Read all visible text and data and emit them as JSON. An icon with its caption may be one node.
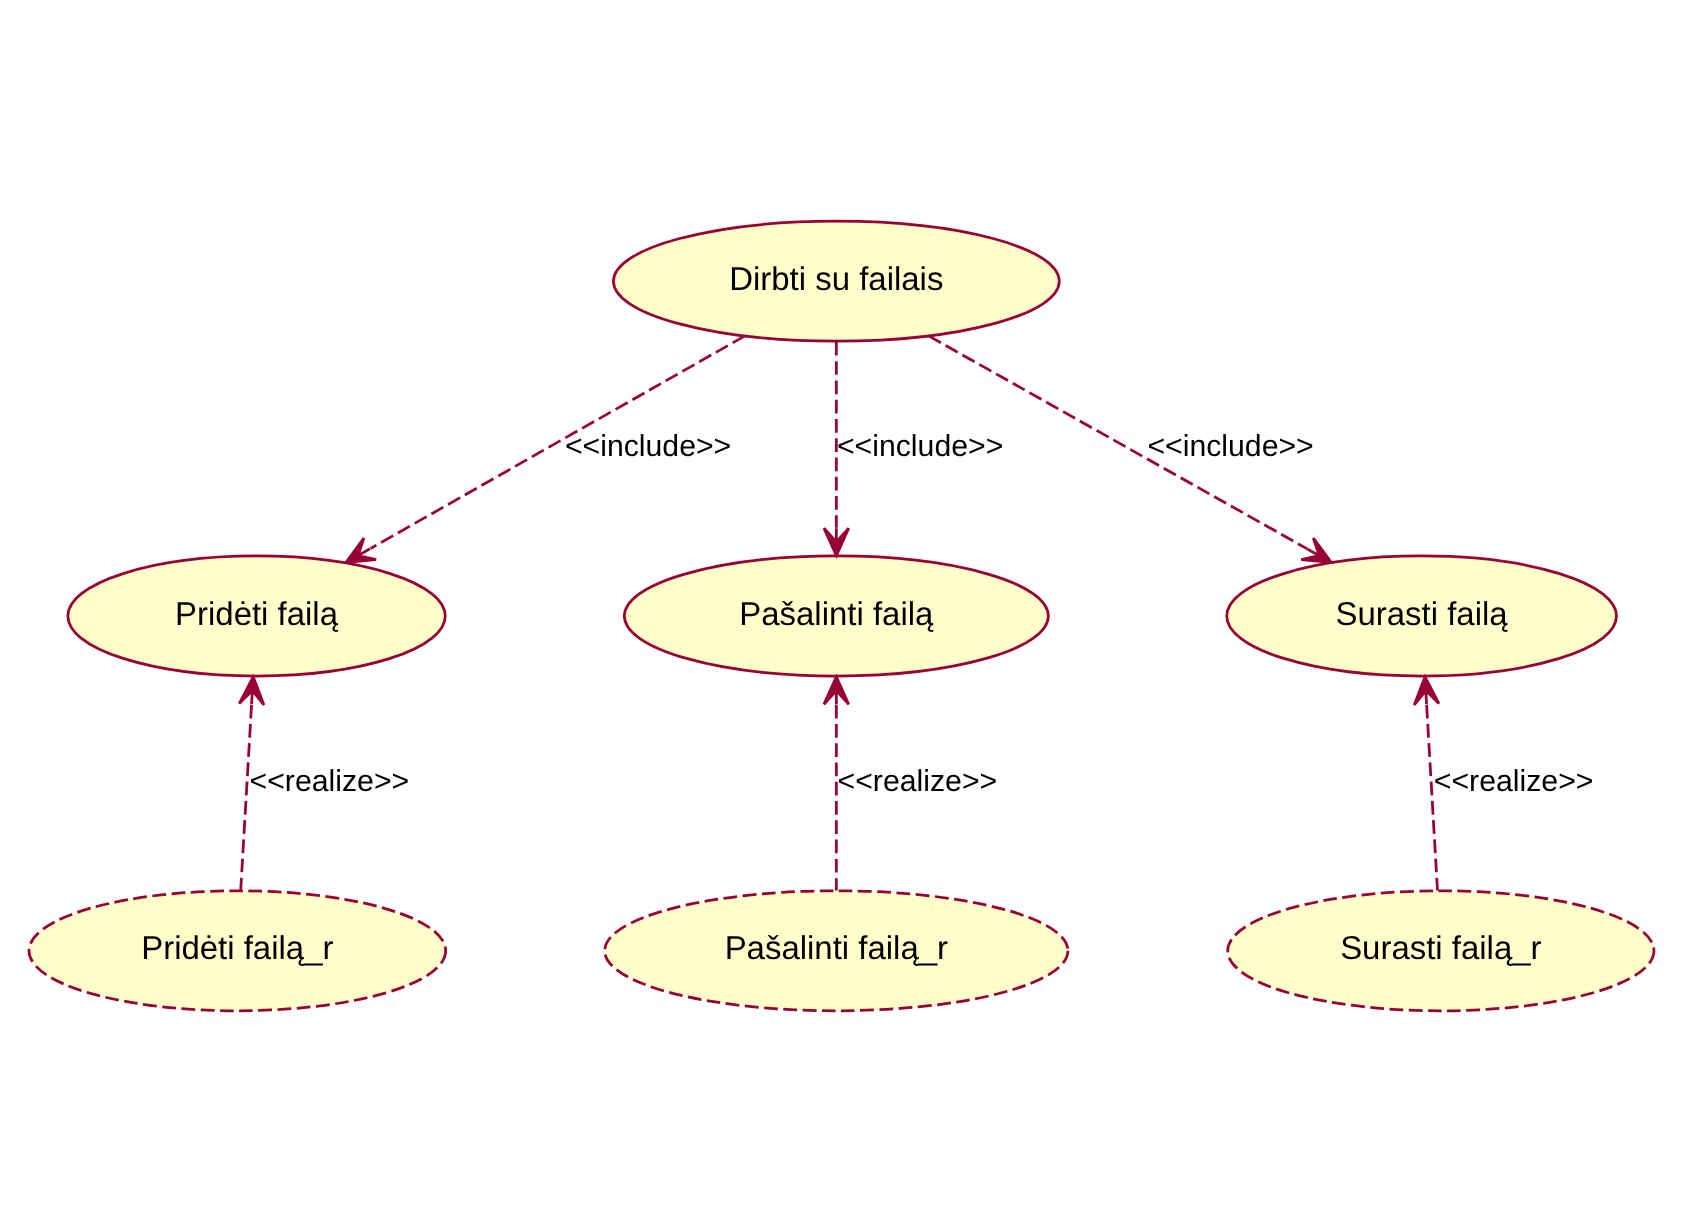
{
  "diagram": {
    "nodes": [
      {
        "text": [
          "Dirbti su failais"
        ]
      },
      {
        "text": [
          "Pridėti failą"
        ]
      },
      {
        "text": [
          "Pašalinti failą"
        ]
      },
      {
        "text": [
          "Surasti failą"
        ]
      },
      {
        "text": [
          "Pridėti failą_r"
        ]
      },
      {
        "text": [
          "Pašalinti failą_r"
        ]
      },
      {
        "text": [
          "Surasti failą_r"
        ]
      }
    ],
    "edges": [
      {
        "from": 0,
        "to": 1,
        "arrow": "to",
        "label": "<<include>>",
        "style": "dashed"
      },
      {
        "from": 0,
        "to": 2,
        "arrow": "to",
        "label": "<<include>>",
        "style": "dashed"
      },
      {
        "from": 0,
        "to": 3,
        "arrow": "to",
        "label": "<<include>>",
        "style": "dashed"
      },
      {
        "from": 4,
        "to": 1,
        "arrow": "to",
        "label": "<<realize>>",
        "style": "dashed"
      },
      {
        "from": 5,
        "to": 2,
        "arrow": "to",
        "label": "<<realize>>",
        "style": "dashed"
      },
      {
        "from": 6,
        "to": 3,
        "arrow": "to",
        "label": "<<realize>>",
        "style": "dashed"
      }
    ]
  }
}
